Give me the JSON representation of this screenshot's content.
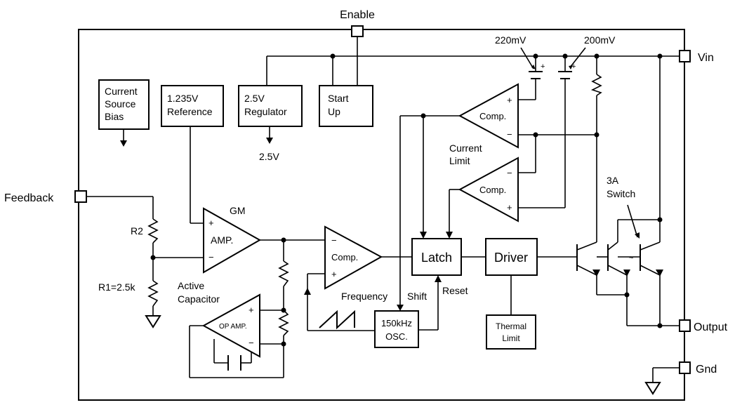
{
  "pins": {
    "enable": "Enable",
    "vin": "Vin",
    "feedback": "Feedback",
    "output": "Output",
    "gnd": "Gnd"
  },
  "blocks": {
    "current_source_bias": [
      "Current",
      "Source",
      "Bias"
    ],
    "reference": [
      "1.235V",
      "Reference"
    ],
    "regulator": [
      "2.5V",
      "Regulator"
    ],
    "start_up": [
      "Start",
      "Up"
    ],
    "latch": "Latch",
    "driver": "Driver",
    "oscillator": [
      "150kHz",
      "OSC."
    ],
    "thermal_limit": [
      "Thermal",
      "Limit"
    ]
  },
  "amplifiers": {
    "gm_amp": "AMP.",
    "gm_label": "GM",
    "comparator_main": "Comp.",
    "comparator_top": "Comp.",
    "comparator_mid": "Comp.",
    "op_amp": "OP AMP."
  },
  "labels": {
    "reg_output": "2.5V",
    "v220": "220mV",
    "v200": "200mV",
    "current_limit": [
      "Current",
      "Limit"
    ],
    "switch": [
      "3A",
      "Switch"
    ],
    "r2": "R2",
    "r1": "R1=2.5k",
    "active_capacitor": [
      "Active",
      "Capacitor"
    ],
    "frequency": "Frequency",
    "shift": "Shift",
    "reset": "Reset",
    "plus": "+",
    "minus": "−"
  }
}
